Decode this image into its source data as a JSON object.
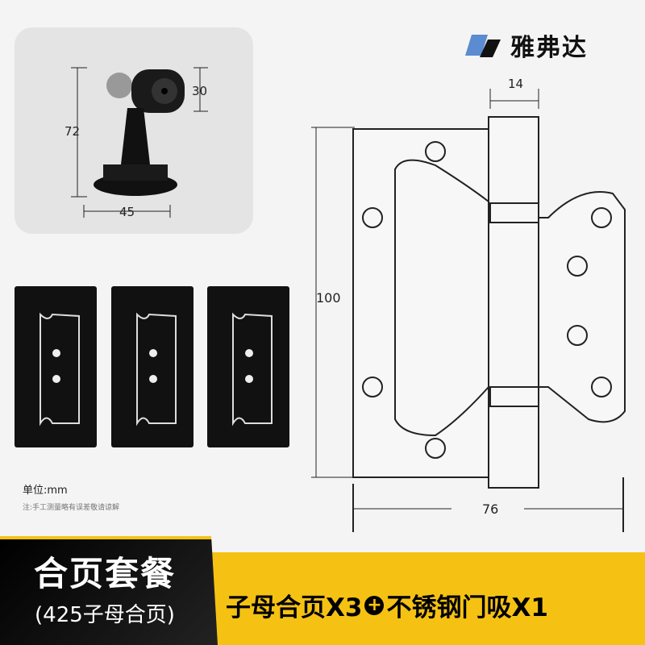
{
  "brand": {
    "name": "雅弗达",
    "colors": {
      "logo_blue": "#5b8bd0",
      "logo_black": "#111111"
    }
  },
  "door_stopper": {
    "dims": {
      "height": "72",
      "head": "30",
      "base": "45"
    }
  },
  "hinge_diagram": {
    "dims": {
      "height": "100",
      "width": "76",
      "knuckle": "14"
    }
  },
  "unit_label": "单位:mm",
  "note": "注:手工测量略有误差敬请谅解",
  "banner": {
    "title": "合页套餐",
    "subtitle": "(425子母合页)",
    "desc_part1": "子母合页X3",
    "plus_icon": "+",
    "desc_part2": "不锈钢门吸X1",
    "accent": "#f5c214"
  }
}
